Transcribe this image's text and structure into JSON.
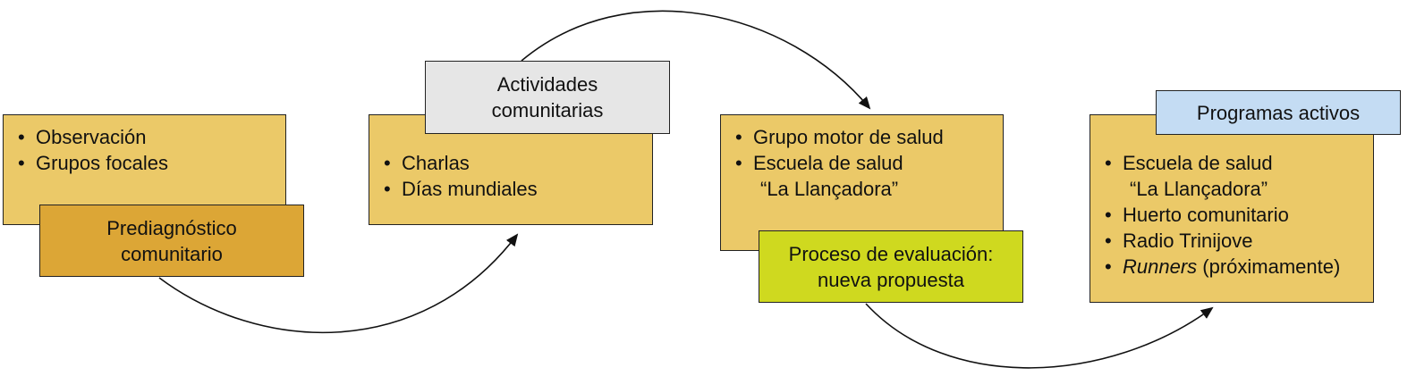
{
  "colors": {
    "box_yellow": "#ebc968",
    "prediagnostico": "#dca636",
    "actividades": "#e6e6e6",
    "evaluacion": "#cfd91f",
    "programas": "#c4dcf3",
    "border": "#222222"
  },
  "boxes": {
    "stage1": {
      "items": [
        "Observación",
        "Grupos focales"
      ],
      "label_lines": [
        "Prediagnóstico",
        "comunitario"
      ]
    },
    "stage2": {
      "items": [
        "Charlas",
        "Días mundiales"
      ],
      "label_lines": [
        "Actividades",
        "comunitarias"
      ]
    },
    "stage3": {
      "items": [
        "Grupo motor de salud",
        "Escuela de salud"
      ],
      "item2_cont": "“La Llançadora”",
      "label_lines": [
        "Proceso de evaluación:",
        "nueva propuesta"
      ]
    },
    "stage4": {
      "label": "Programas activos",
      "items": [
        "Escuela de salud",
        "Huerto comunitario",
        "Radio Trinijove"
      ],
      "item1_cont": "“La Llançadora”",
      "item_runners_italic": "Runners",
      "item_runners_rest": " (próximamente)"
    }
  },
  "icons": {
    "arrow": "curved-arrow-icon"
  }
}
